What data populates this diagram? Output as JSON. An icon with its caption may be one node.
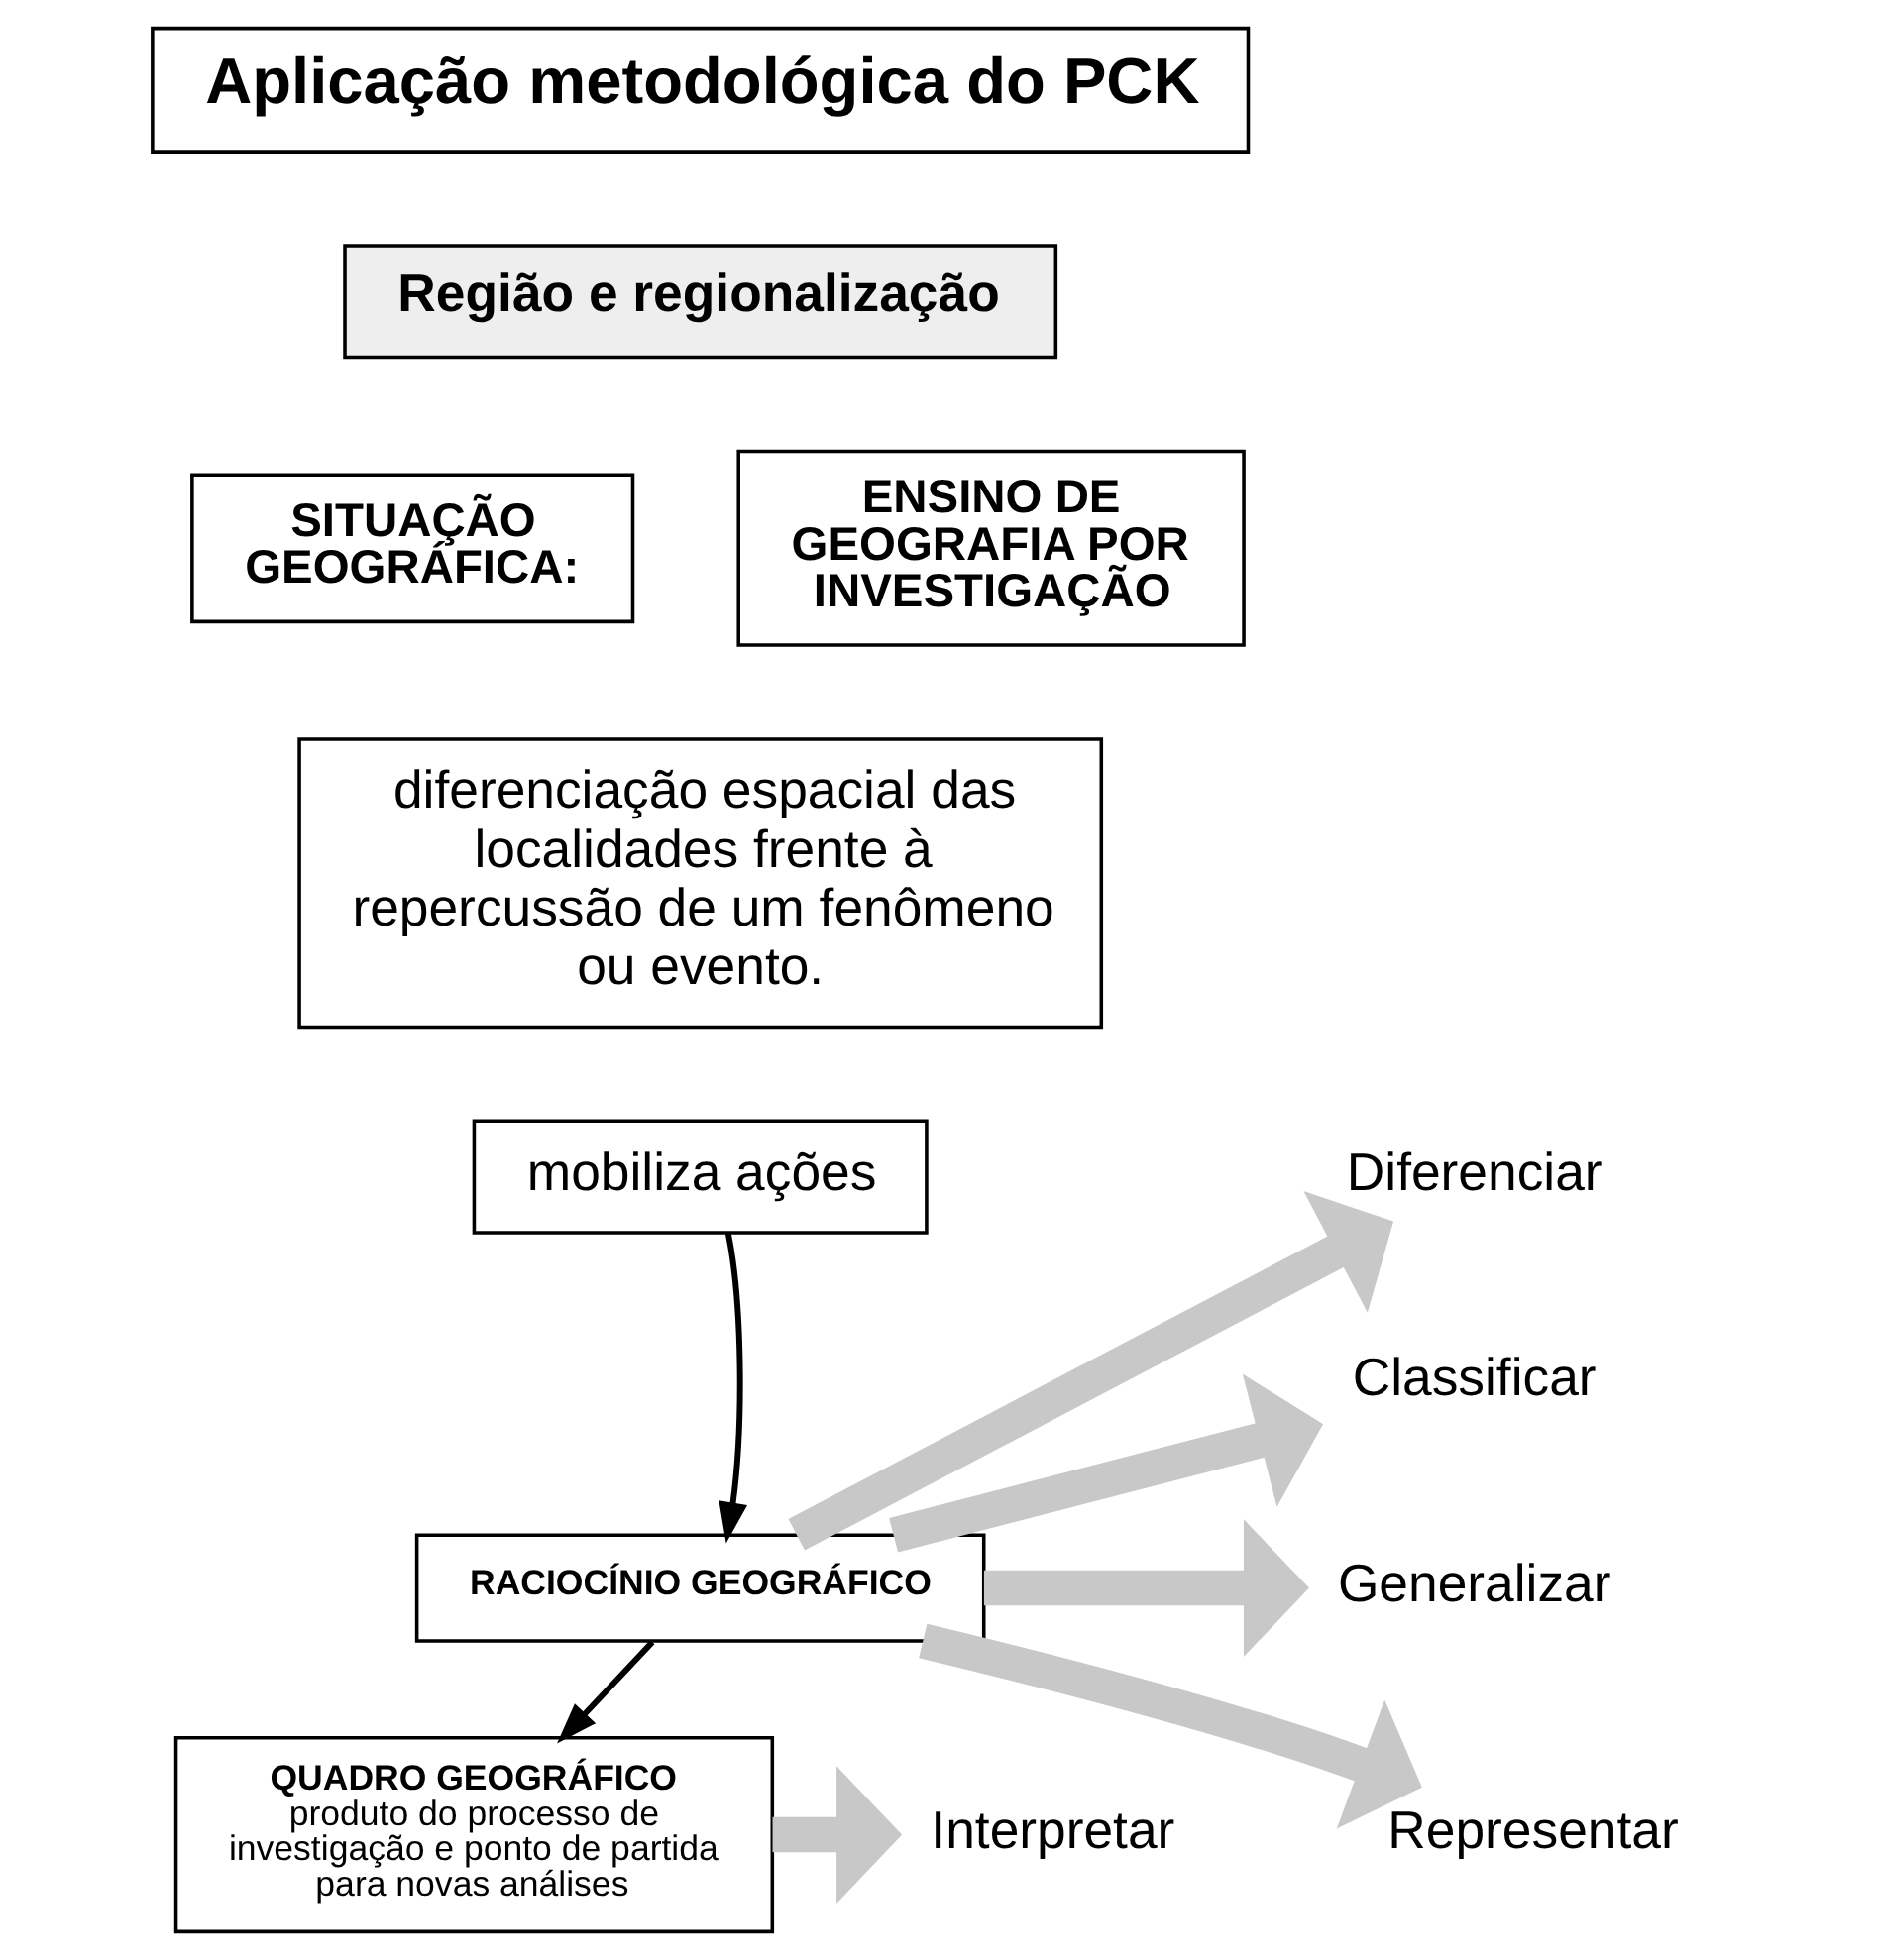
{
  "diagram": {
    "nodes": [
      {
        "text": [
          "Aplicação metodológica do PCK"
        ]
      },
      {
        "text": [
          "Região e regionalização"
        ]
      },
      {
        "text": [
          "SITUAÇÃO GEOGRÁFICA:"
        ]
      },
      {
        "text": [
          "ENSINO DE GEOGRAFIA POR INVESTIGAÇÃO"
        ]
      },
      {
        "text": [
          "diferenciação espacial das localidades frente à repercussão de um fenômeno ou evento."
        ]
      },
      {
        "text": [
          "mobiliza ações"
        ]
      },
      {
        "text": [
          "RACIOCÍNIO GEOGRÁFICO"
        ]
      },
      {
        "text": [
          "QUADRO GEOGRÁFICO",
          "produto do processo de investigação e ponto de partida para novas análises"
        ]
      },
      {
        "text": [
          "Diferenciar"
        ]
      },
      {
        "text": [
          "Classificar"
        ]
      },
      {
        "text": [
          "Generalizar"
        ]
      },
      {
        "text": [
          "Representar"
        ]
      },
      {
        "text": [
          "Interpretar"
        ]
      }
    ],
    "edges": [
      {
        "from": 5,
        "to": 6,
        "arrow": "to",
        "color": "#000000"
      },
      {
        "from": 6,
        "to": 7,
        "arrow": "to",
        "color": "#000000"
      },
      {
        "from": 6,
        "to": 8,
        "arrow": "to"
      },
      {
        "from": 6,
        "to": 9,
        "arrow": "to"
      },
      {
        "from": 6,
        "to": 10,
        "arrow": "to"
      },
      {
        "from": 6,
        "to": 11,
        "arrow": "to"
      },
      {
        "from": 7,
        "to": 12,
        "arrow": "to"
      }
    ]
  }
}
